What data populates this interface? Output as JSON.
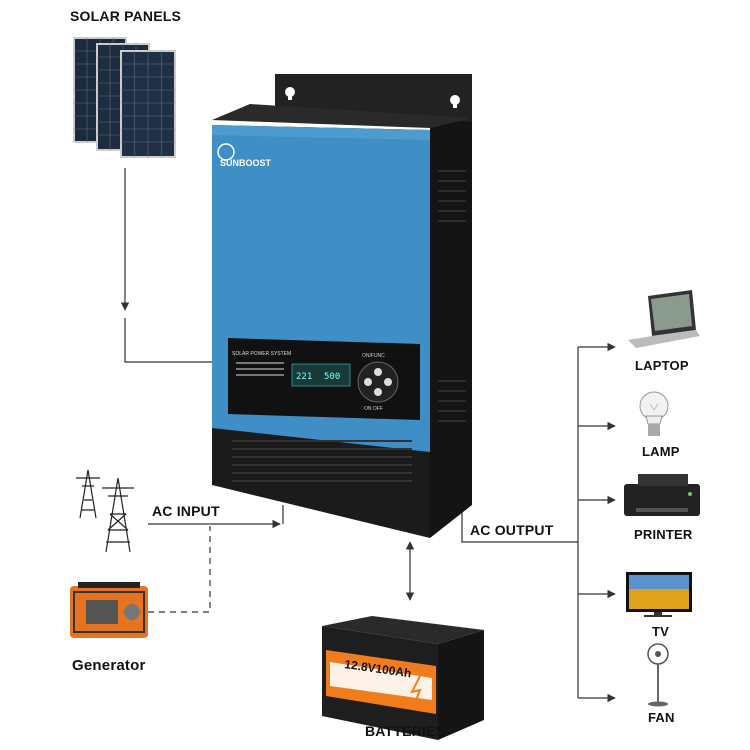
{
  "labels": {
    "solar_panels": "SOLAR PANELS",
    "ac_input": "AC INPUT",
    "generator": "Generator",
    "ac_output": "AC OUTPUT",
    "batteries": "BATTERIES",
    "laptop": "LAPTOP",
    "lamp": "LAMP",
    "printer": "PRINTER",
    "tv": "TV",
    "fan": "FAN"
  },
  "inverter": {
    "brand": "SUNBOOST",
    "panel_title": "SOLAR POWER SYSTEM",
    "display_left": "221",
    "display_right": "500",
    "button_top": "ON/FUNC",
    "button_bottom": "ON OFF"
  },
  "battery": {
    "rating": "12.8V100Ah"
  },
  "colors": {
    "inverter_blue": "#3f8fc6",
    "inverter_body": "#1b1b1b",
    "battery_body": "#1e1e1e",
    "battery_label": "#f07c1c",
    "generator_orange": "#e8731e"
  }
}
